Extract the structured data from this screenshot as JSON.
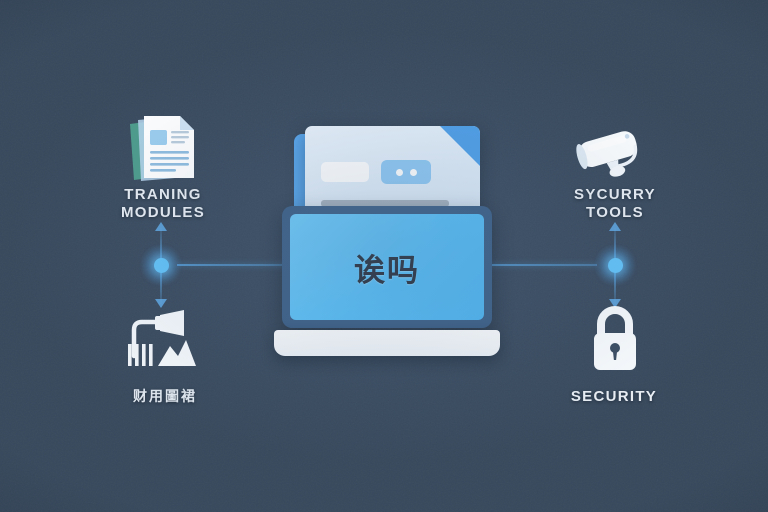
{
  "scene": {
    "title": "Security training infographic",
    "background_color": "#37485c",
    "accent_color": "#5cc3f5",
    "node_color": "#63c2f7"
  },
  "center": {
    "screen_text": "诶吗",
    "doc_name": "document-card",
    "laptop_name": "laptop"
  },
  "nodes": [
    {
      "id": "left-node",
      "name": "connector-node-left"
    },
    {
      "id": "right-node",
      "name": "connector-node-right"
    }
  ],
  "items": [
    {
      "id": "training-modules",
      "label": "TRANING\nMODULES",
      "label_line1": "TRANING",
      "label_line2": "MODULES",
      "icon": "documents-icon",
      "position": "top-left"
    },
    {
      "id": "analytics",
      "label": "财用圖裙",
      "label_line1": "财用圖裙",
      "label_line2": "",
      "icon": "analytics-chart-icon",
      "position": "bottom-left"
    },
    {
      "id": "security-tools",
      "label": "SYCURRY\nTOOLS",
      "label_line1": "SYCURRY",
      "label_line2": "TOOLS",
      "icon": "cctv-camera-icon",
      "position": "top-right"
    },
    {
      "id": "security",
      "label": "SECURITY",
      "label_line1": "SECURITY",
      "label_line2": "",
      "icon": "padlock-icon",
      "position": "bottom-right"
    }
  ]
}
